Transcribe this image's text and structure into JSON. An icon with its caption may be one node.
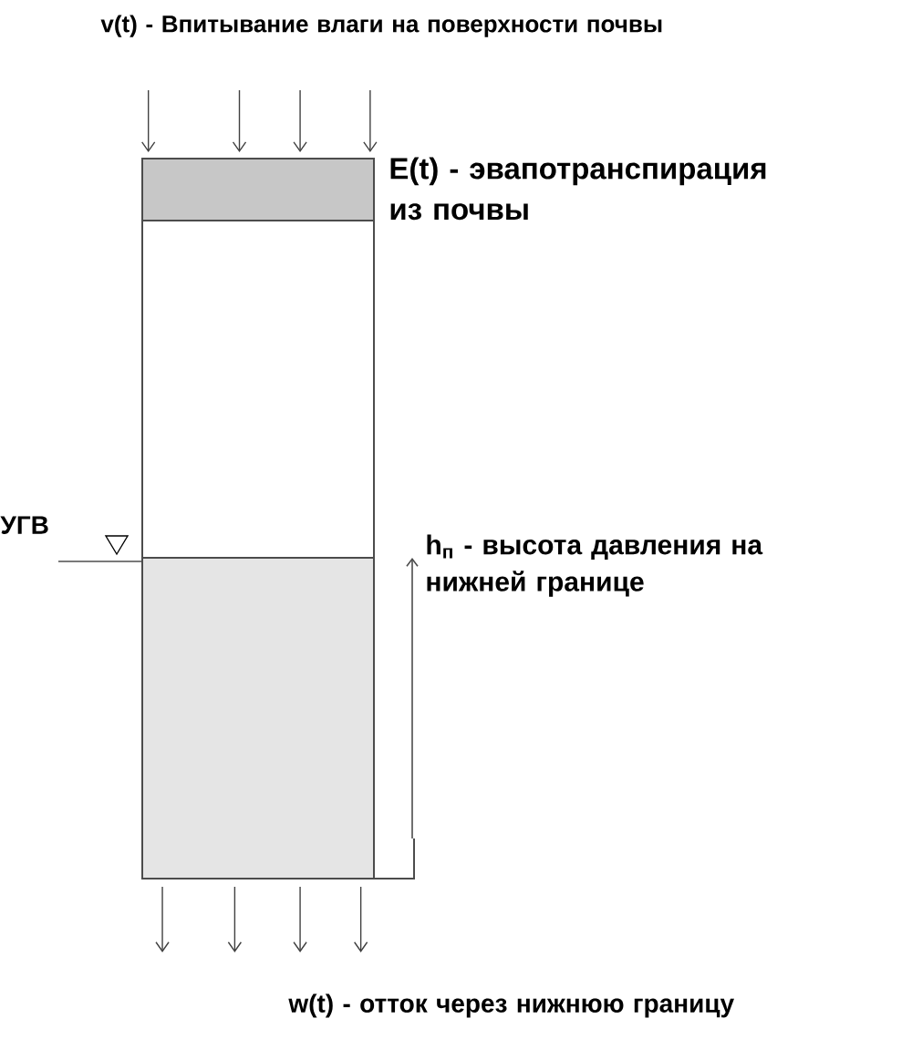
{
  "diagram": {
    "nodes": [
      {
        "text": [],
        "shape": "box"
      },
      {
        "text": [],
        "shape": "box"
      },
      {
        "text": [],
        "shape": "box"
      }
    ],
    "edges": [
      {
        "from": null,
        "to": 0,
        "arrow": "to"
      },
      {
        "from": null,
        "to": 0,
        "arrow": "to"
      },
      {
        "from": null,
        "to": 0,
        "arrow": "to"
      },
      {
        "from": null,
        "to": 0,
        "arrow": "to"
      },
      {
        "from": 2,
        "to": null,
        "arrow": "to"
      },
      {
        "from": 2,
        "to": null,
        "arrow": "to"
      },
      {
        "from": 2,
        "to": null,
        "arrow": "to"
      },
      {
        "from": 2,
        "to": null,
        "arrow": "to"
      }
    ],
    "labels": [
      "v(t) - Впитывание влаги на поверхности почвы",
      "E(t) - эвапотранспирация из почвы",
      "УГВ",
      "h$_{п}$ - высота давления на нижней границе",
      "w(t) - отток через нижнюю границу"
    ]
  }
}
